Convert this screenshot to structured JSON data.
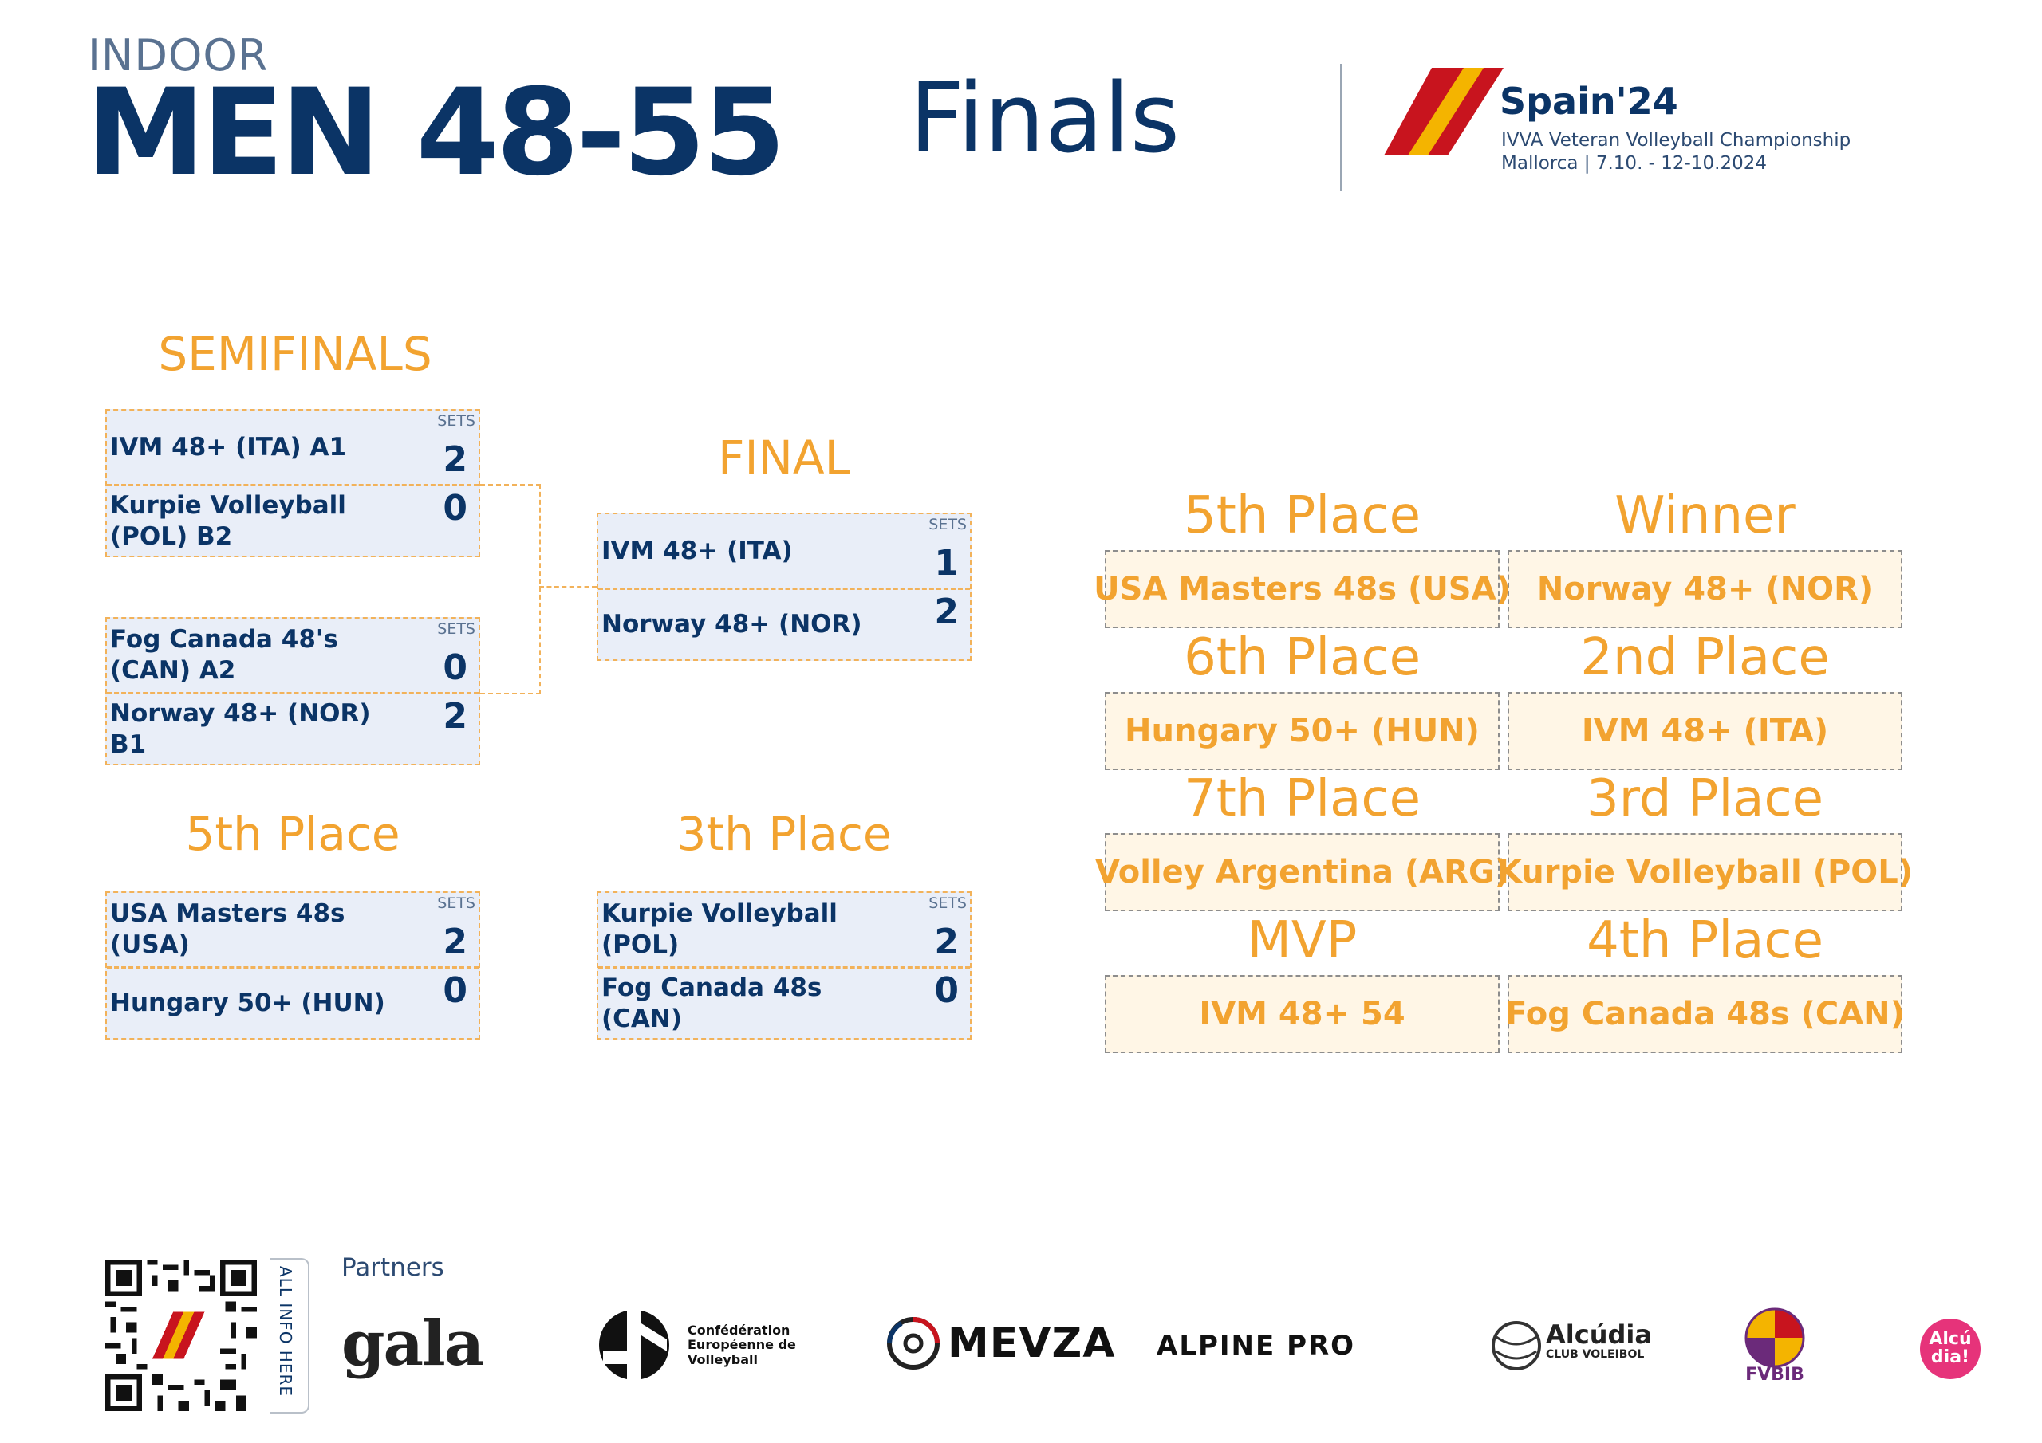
{
  "header": {
    "category_label": "INDOOR",
    "category": "MEN 48-55",
    "title": "Finals",
    "brand": {
      "name": "Spain'24",
      "line1": "IVVA Veteran Volleyball Championship",
      "line2": "Mallorca | 7.10. - 12-10.2024"
    }
  },
  "sets_label": "SETS",
  "semifinals": {
    "title": "SEMIFINALS",
    "matches": [
      {
        "team1": "IVM 48+ (ITA) A1",
        "score1": "2",
        "team2": "Kurpie Volleyball (POL) B2",
        "score2": "0"
      },
      {
        "team1": "Fog Canada 48's (CAN) A2",
        "score1": "0",
        "team2": "Norway 48+ (NOR) B1",
        "score2": "2"
      }
    ]
  },
  "final": {
    "title": "FINAL",
    "team1": "IVM 48+ (ITA)",
    "score1": "1",
    "team2": "Norway 48+ (NOR)",
    "score2": "2"
  },
  "fifth_place_match": {
    "title": "5th Place",
    "team1": "USA Masters 48s (USA)",
    "score1": "2",
    "team2": "Hungary 50+ (HUN)",
    "score2": "0"
  },
  "third_place_match": {
    "title": "3th Place",
    "team1": "Kurpie Volleyball (POL)",
    "score1": "2",
    "team2": "Fog Canada 48s (CAN)",
    "score2": "0"
  },
  "standings": {
    "left": [
      {
        "label": "5th Place",
        "team": "USA Masters 48s (USA)"
      },
      {
        "label": "6th Place",
        "team": "Hungary 50+ (HUN)"
      },
      {
        "label": "7th Place",
        "team": "Volley Argentina (ARG)"
      },
      {
        "label": "MVP",
        "team": "IVM 48+ 54"
      }
    ],
    "right": [
      {
        "label": "Winner",
        "team": "Norway 48+ (NOR)"
      },
      {
        "label": "2nd Place",
        "team": "IVM 48+ (ITA)"
      },
      {
        "label": "3rd Place",
        "team": "Kurpie Volleyball (POL)"
      },
      {
        "label": "4th Place",
        "team": "Fog Canada 48s (CAN)"
      }
    ]
  },
  "footer": {
    "qr_tab": "ALL INFO HERE",
    "partners_label": "Partners",
    "partners": {
      "gala": "gala",
      "cev_line1": "Confédération",
      "cev_line2": "Européenne de",
      "cev_line3": "Volleyball",
      "mevza": "MEVZA",
      "alpine": "ALPINE PRO",
      "alcudia_name": "Alcúdia",
      "alcudia_sub": "CLUB VOLEIBOL",
      "fvbib": "FVBIB",
      "alcudia_dia": "Alcú dia!"
    }
  },
  "colors": {
    "navy": "#0b3466",
    "orange": "#f2a330",
    "box_fill": "#e9eef8",
    "result_fill": "#fff6e6",
    "flag_red": "#c8141e",
    "flag_yellow": "#f4b400"
  }
}
